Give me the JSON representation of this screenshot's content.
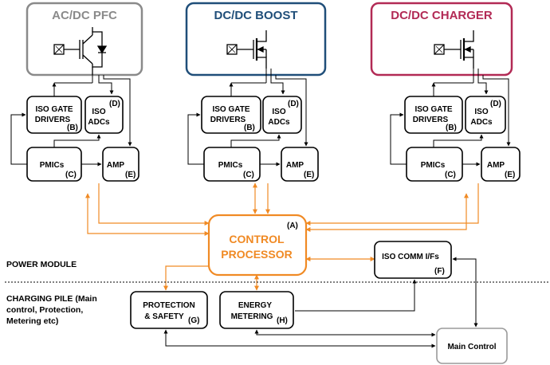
{
  "colors": {
    "pfc": "#8a8a8a",
    "boost": "#1f4e79",
    "charger": "#b22a55",
    "processor": "#f08a24",
    "line": "#000000",
    "main_control_border": "#9a9a9a"
  },
  "modules": [
    {
      "key": "pfc",
      "title": "AC/DC PFC",
      "gate": [
        "ISO GATE",
        "DRIVERS"
      ],
      "gate_tag": "(B)",
      "adc": [
        "ISO",
        "ADCs"
      ],
      "adc_tag": "(D)",
      "pmic": "PMICs",
      "pmic_tag": "(C)",
      "amp": "AMP",
      "amp_tag": "(E)"
    },
    {
      "key": "boost",
      "title": "DC/DC BOOST",
      "gate": [
        "ISO GATE",
        "DRIVERS"
      ],
      "gate_tag": "(B)",
      "adc": [
        "ISO",
        "ADCs"
      ],
      "adc_tag": "(D)",
      "pmic": "PMICs",
      "pmic_tag": "(C)",
      "amp": "AMP",
      "amp_tag": "(E)"
    },
    {
      "key": "charger",
      "title": "DC/DC CHARGER",
      "gate": [
        "ISO GATE",
        "DRIVERS"
      ],
      "gate_tag": "(B)",
      "adc": [
        "ISO",
        "ADCs"
      ],
      "adc_tag": "(D)",
      "pmic": "PMICs",
      "pmic_tag": "(C)",
      "amp": "AMP",
      "amp_tag": "(E)"
    }
  ],
  "processor": {
    "line1": "CONTROL",
    "line2": "PROCESSOR",
    "tag": "(A)"
  },
  "comm": {
    "label": "ISO COMM I/Fs",
    "tag": "(F)"
  },
  "protection": {
    "line1": "PROTECTION",
    "line2": "& SAFETY",
    "tag": "(G)"
  },
  "metering": {
    "line1": "ENERGY",
    "line2": "METERING",
    "tag": "(H)"
  },
  "main_control": {
    "label": "Main Control"
  },
  "sections": {
    "power_module": "POWER MODULE",
    "charging_pile": [
      "CHARGING PILE  (Main",
      "control, Protection,",
      "Metering etc)"
    ]
  }
}
